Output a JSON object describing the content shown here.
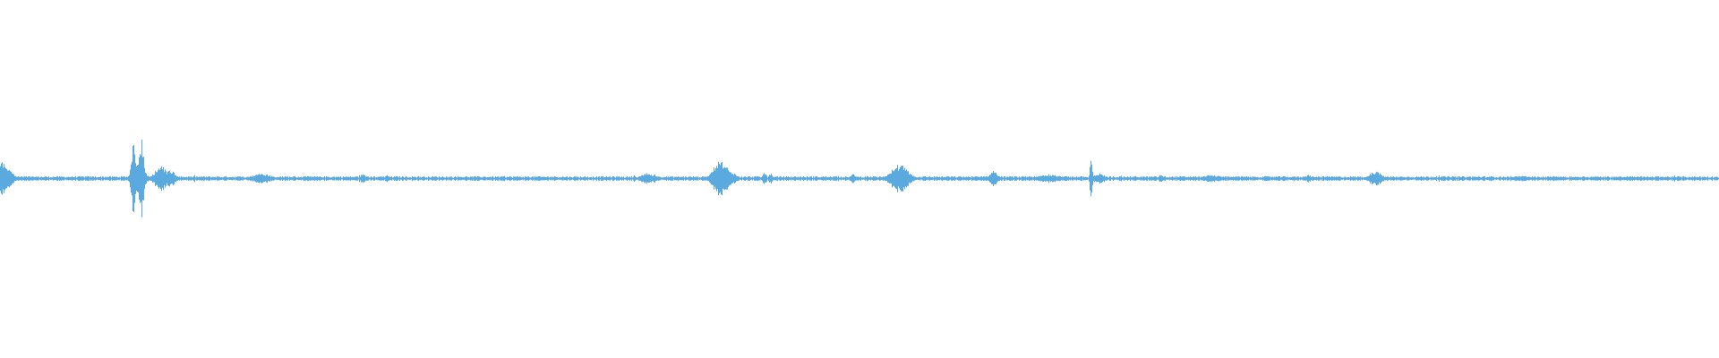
{
  "waveform": {
    "color": "#5aaae0",
    "background": "#ffffff",
    "baseline_amplitude": 0.01,
    "noise_amplitude": 0.02,
    "bursts": [
      {
        "pos": 0.0,
        "width": 0.0045,
        "amplitude": 0.1
      },
      {
        "pos": 0.005,
        "width": 0.0025,
        "amplitude": 0.05
      },
      {
        "pos": 0.0775,
        "width": 0.0012,
        "amplitude": 0.23
      },
      {
        "pos": 0.082,
        "width": 0.0012,
        "amplitude": 0.23
      },
      {
        "pos": 0.08,
        "width": 0.003,
        "amplitude": 0.12
      },
      {
        "pos": 0.0935,
        "width": 0.0035,
        "amplitude": 0.07
      },
      {
        "pos": 0.099,
        "width": 0.0025,
        "amplitude": 0.05
      },
      {
        "pos": 0.152,
        "width": 0.005,
        "amplitude": 0.03
      },
      {
        "pos": 0.211,
        "width": 0.0015,
        "amplitude": 0.03
      },
      {
        "pos": 0.225,
        "width": 0.0012,
        "amplitude": 0.02
      },
      {
        "pos": 0.376,
        "width": 0.003,
        "amplitude": 0.03
      },
      {
        "pos": 0.38,
        "width": 0.0025,
        "amplitude": 0.025
      },
      {
        "pos": 0.419,
        "width": 0.004,
        "amplitude": 0.1
      },
      {
        "pos": 0.425,
        "width": 0.003,
        "amplitude": 0.04
      },
      {
        "pos": 0.4445,
        "width": 0.001,
        "amplitude": 0.04
      },
      {
        "pos": 0.448,
        "width": 0.001,
        "amplitude": 0.03
      },
      {
        "pos": 0.496,
        "width": 0.0015,
        "amplitude": 0.025
      },
      {
        "pos": 0.523,
        "width": 0.0045,
        "amplitude": 0.08
      },
      {
        "pos": 0.578,
        "width": 0.002,
        "amplitude": 0.05
      },
      {
        "pos": 0.61,
        "width": 0.006,
        "amplitude": 0.025
      },
      {
        "pos": 0.6345,
        "width": 0.0006,
        "amplitude": 0.12
      },
      {
        "pos": 0.6395,
        "width": 0.003,
        "amplitude": 0.03
      },
      {
        "pos": 0.675,
        "width": 0.001,
        "amplitude": 0.025
      },
      {
        "pos": 0.705,
        "width": 0.005,
        "amplitude": 0.02
      },
      {
        "pos": 0.761,
        "width": 0.0012,
        "amplitude": 0.025
      },
      {
        "pos": 0.8,
        "width": 0.0035,
        "amplitude": 0.04
      },
      {
        "pos": 0.885,
        "width": 0.005,
        "amplitude": 0.015
      },
      {
        "pos": 0.905,
        "width": 0.005,
        "amplitude": 0.012
      },
      {
        "pos": 0.955,
        "width": 0.004,
        "amplitude": 0.012
      }
    ]
  }
}
